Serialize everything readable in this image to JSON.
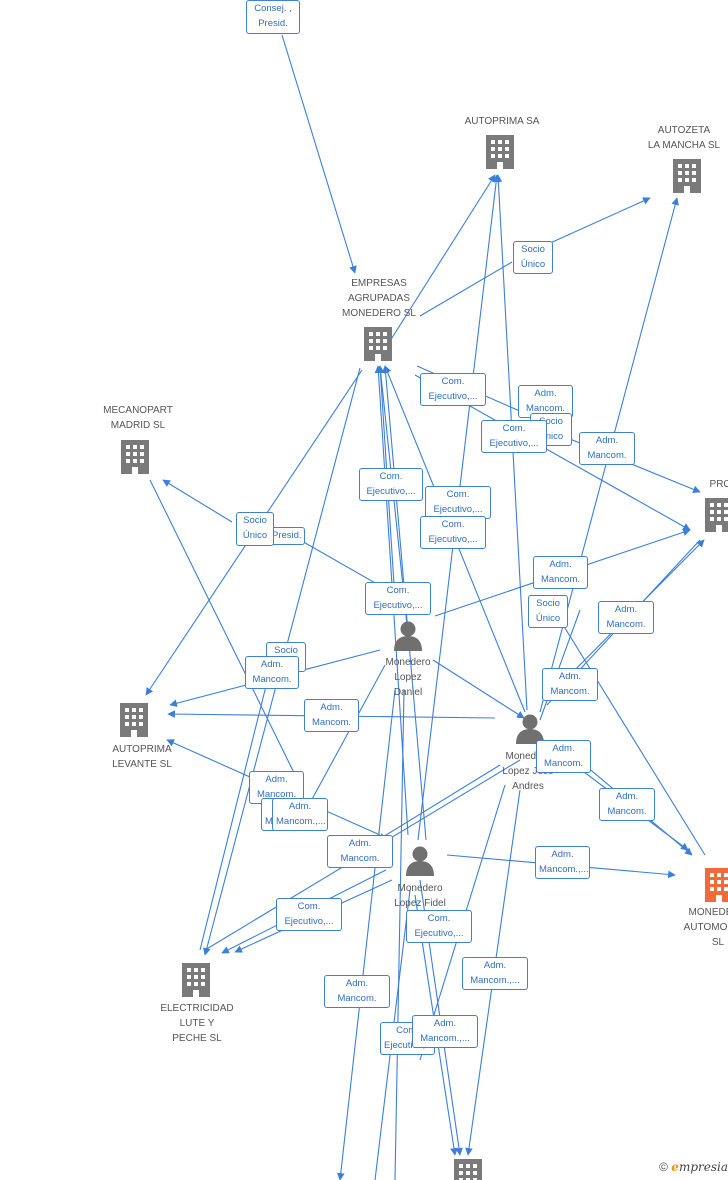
{
  "colors": {
    "edge": "#3b7fd9",
    "company": "#7a7a7a",
    "highlight": "#f26a3a",
    "person": "#707070",
    "label_text": "#2f6fc2"
  },
  "companies": [
    {
      "id": "autoprima_sa",
      "lines": [
        "AUTOPRIMA SA"
      ],
      "highlight": false
    },
    {
      "id": "autozeta",
      "lines": [
        "AUTOZETA",
        "LA MANCHA  SL"
      ],
      "highlight": false
    },
    {
      "id": "empresas",
      "lines": [
        "EMPRESAS",
        "AGRUPADAS",
        "MONEDERO SL"
      ],
      "highlight": false
    },
    {
      "id": "mecanopart",
      "lines": [
        "MECANOPART",
        "MADRID  SL"
      ],
      "highlight": false
    },
    {
      "id": "proeva",
      "lines": [
        "PROEVA"
      ],
      "highlight": false
    },
    {
      "id": "autoprima_levante",
      "lines": [
        "AUTOPRIMA",
        "LEVANTE  SL"
      ],
      "highlight": false
    },
    {
      "id": "electricidad",
      "lines": [
        "ELECTRICIDAD",
        "LUTE Y",
        "PECHE SL"
      ],
      "highlight": false
    },
    {
      "id": "monedero_auto",
      "lines": [
        "MONEDERO",
        "AUTOMOCION",
        "SL"
      ],
      "highlight": true
    },
    {
      "id": "bottom_company",
      "lines": [],
      "highlight": false
    }
  ],
  "persons": [
    {
      "id": "daniel",
      "lines": [
        "Monedero",
        "Lopez",
        "Daniel"
      ]
    },
    {
      "id": "andres",
      "lines": [
        "Monedero",
        "Lopez Jose",
        "Andres"
      ]
    },
    {
      "id": "fidel",
      "lines": [
        "Monedero",
        "Lopez Fidel"
      ]
    }
  ],
  "edge_labels": [
    {
      "lines": [
        "Consej. ,",
        "Presid."
      ]
    },
    {
      "lines": [
        "Socio",
        "Único"
      ]
    },
    {
      "lines": [
        "Com.",
        "Ejecutivo,..."
      ]
    },
    {
      "lines": [
        "Adm.",
        "Mancom."
      ]
    },
    {
      "lines": [
        "Socio",
        "Único"
      ]
    },
    {
      "lines": [
        "Com.",
        "Ejecutivo,..."
      ]
    },
    {
      "lines": [
        "Adm.",
        "Mancom."
      ]
    },
    {
      "lines": [
        "Com.",
        "Ejecutivo,..."
      ]
    },
    {
      "lines": [
        "Com.",
        "Ejecutivo,..."
      ]
    },
    {
      "lines": [
        "Com.",
        "Ejecutivo,..."
      ]
    },
    {
      "lines": [
        "Presid."
      ]
    },
    {
      "lines": [
        "Socio",
        "Único"
      ]
    },
    {
      "lines": [
        "Adm.",
        "Mancom."
      ]
    },
    {
      "lines": [
        "Com.",
        "Ejecutivo,..."
      ]
    },
    {
      "lines": [
        "Socio",
        "Único"
      ]
    },
    {
      "lines": [
        "Adm.",
        "Mancom."
      ]
    },
    {
      "lines": [
        "Socio",
        "Único"
      ]
    },
    {
      "lines": [
        "Adm.",
        "Mancom."
      ]
    },
    {
      "lines": [
        "Adm.",
        "Mancom."
      ]
    },
    {
      "lines": [
        "Adm.",
        "Mancom."
      ]
    },
    {
      "lines": [
        "Adm.",
        "Mancom."
      ]
    },
    {
      "lines": [
        "Adm.",
        "Mancom."
      ]
    },
    {
      "lines": [
        "Adm.",
        "Mancom."
      ]
    },
    {
      "lines": [
        "Adm.",
        "Mancom."
      ]
    },
    {
      "lines": [
        "Adm.",
        "Mancom.,..."
      ]
    },
    {
      "lines": [
        "Adm.",
        "Mancom."
      ]
    },
    {
      "lines": [
        "Adm.",
        "Mancom.,..."
      ]
    },
    {
      "lines": [
        "Com.",
        "Ejecutivo,..."
      ]
    },
    {
      "lines": [
        "Com.",
        "Ejecutivo,..."
      ]
    },
    {
      "lines": [
        "Adm.",
        "Mancom.,..."
      ]
    },
    {
      "lines": [
        "Adm.",
        "Mancom."
      ]
    },
    {
      "lines": [
        "Com.",
        "Ejecutivo,..."
      ]
    },
    {
      "lines": [
        "Adm.",
        "Mancom.,..."
      ]
    }
  ],
  "footer": {
    "copyright": "©",
    "brand_initial": "e",
    "brand_rest": "mpresia"
  }
}
